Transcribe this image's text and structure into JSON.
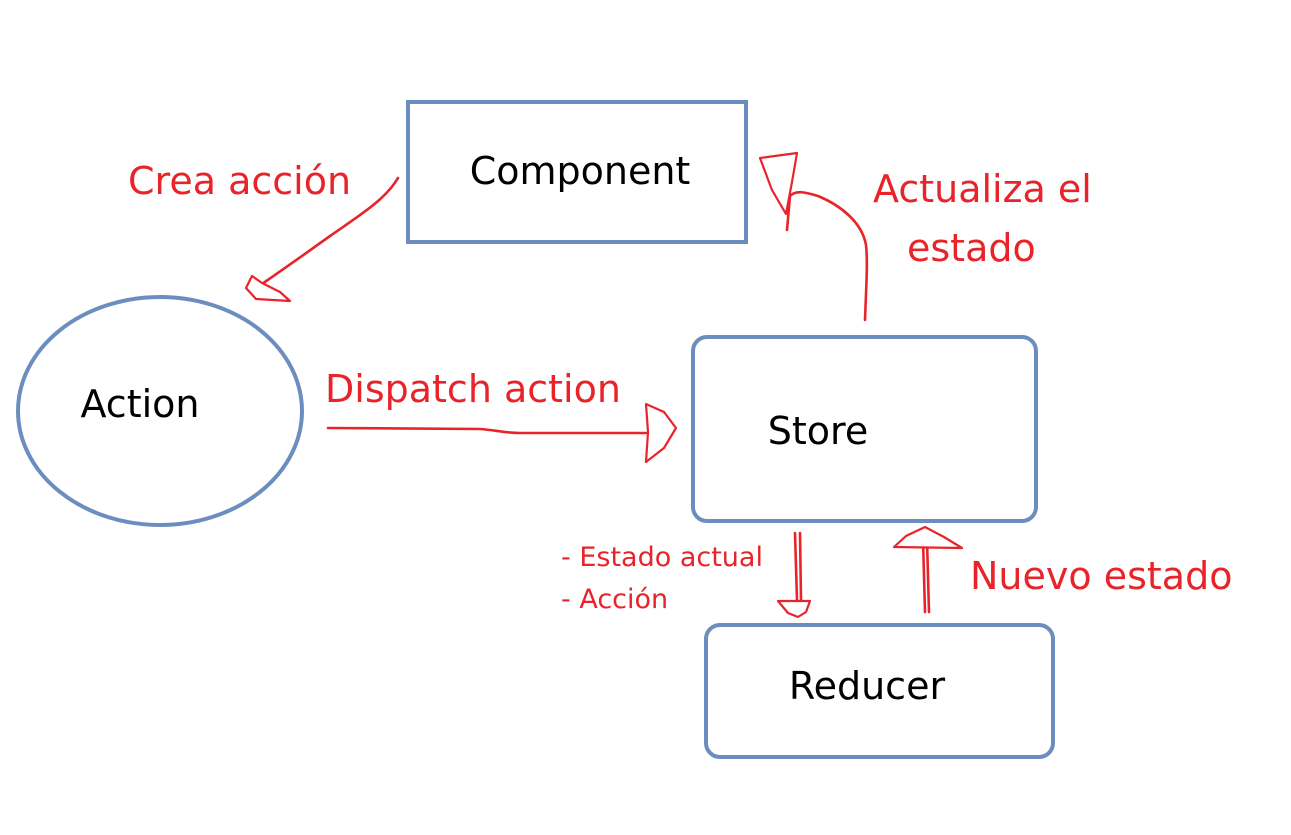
{
  "colors": {
    "node_border": "#6c8ebf",
    "annotation": "#e8242a",
    "text": "#000000"
  },
  "nodes": {
    "component": {
      "label": "Component",
      "shape": "rectangle"
    },
    "action": {
      "label": "Action",
      "shape": "ellipse"
    },
    "store": {
      "label": "Store",
      "shape": "rounded-rectangle"
    },
    "reducer": {
      "label": "Reducer",
      "shape": "rounded-rectangle"
    }
  },
  "edges": [
    {
      "from": "component",
      "to": "action",
      "label": "Crea acción"
    },
    {
      "from": "action",
      "to": "store",
      "label": "Dispatch action"
    },
    {
      "from": "store",
      "to": "component",
      "label_lines": [
        "Actualiza el",
        "estado"
      ]
    },
    {
      "from": "store",
      "to": "reducer",
      "label_lines": [
        "- Estado actual",
        "- Acción"
      ]
    },
    {
      "from": "reducer",
      "to": "store",
      "label": "Nuevo estado"
    }
  ]
}
